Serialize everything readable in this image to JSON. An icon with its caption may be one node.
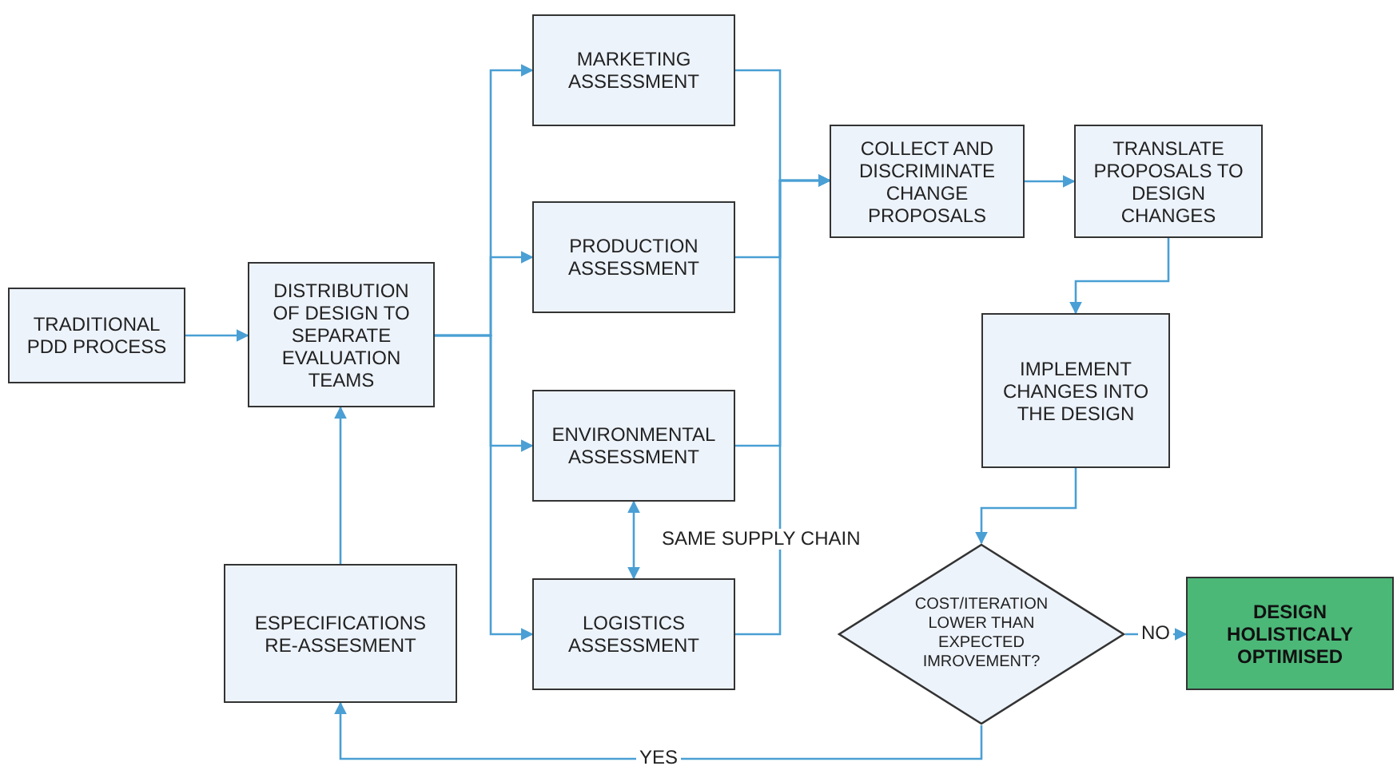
{
  "diagram": {
    "nodes": [
      {
        "text": [
          "TRADITIONAL PDD PROCESS"
        ]
      },
      {
        "text": [
          "DISTRIBUTION OF DESIGN TO SEPARATE EVALUATION TEAMS"
        ]
      },
      {
        "text": [
          "MARKETING ASSESSMENT"
        ]
      },
      {
        "text": [
          "PRODUCTION ASSESSMENT"
        ]
      },
      {
        "text": [
          "ENVIRONMENTAL ASSESSMENT"
        ]
      },
      {
        "text": [
          "LOGISTICS ASSESSMENT"
        ]
      },
      {
        "text": [
          "ESPECIFICATIONS RE-ASSESMENT"
        ]
      },
      {
        "text": [
          "COLLECT AND DISCRIMINATE CHANGE PROPOSALS"
        ]
      },
      {
        "text": [
          "TRANSLATE PROPOSALS TO DESIGN CHANGES"
        ]
      },
      {
        "text": [
          "IMPLEMENT CHANGES INTO THE DESIGN"
        ]
      },
      {
        "text": [
          "COST/ITERATION LOWER THAN EXPECTED IMROVEMENT?"
        ]
      },
      {
        "text": [
          "DESIGN HOLISTICALY OPTIMISED"
        ]
      }
    ],
    "edges": [
      {
        "from": 0,
        "to": 1,
        "arrow": "to"
      },
      {
        "from": 1,
        "to": 2,
        "arrow": "to"
      },
      {
        "from": 1,
        "to": 3,
        "arrow": "to"
      },
      {
        "from": 1,
        "to": 4,
        "arrow": "to"
      },
      {
        "from": 1,
        "to": 5,
        "arrow": "to"
      },
      {
        "from": 2,
        "to": 7,
        "arrow": "to"
      },
      {
        "from": 3,
        "to": 7,
        "arrow": "to"
      },
      {
        "from": 4,
        "to": 7,
        "arrow": "to"
      },
      {
        "from": 5,
        "to": 7,
        "arrow": "to"
      },
      {
        "from": 7,
        "to": 8,
        "arrow": "to"
      },
      {
        "from": 8,
        "to": 9,
        "arrow": "to"
      },
      {
        "from": 9,
        "to": 10,
        "arrow": "to"
      },
      {
        "from": 10,
        "to": 11,
        "label": "NO",
        "arrow": "to"
      },
      {
        "from": 10,
        "to": 6,
        "label": "YES",
        "arrow": "to"
      },
      {
        "from": 6,
        "to": 1,
        "arrow": "to"
      },
      {
        "from": 4,
        "to": 5,
        "label": "SAME SUPPLY CHAIN",
        "arrow": "both"
      }
    ]
  }
}
